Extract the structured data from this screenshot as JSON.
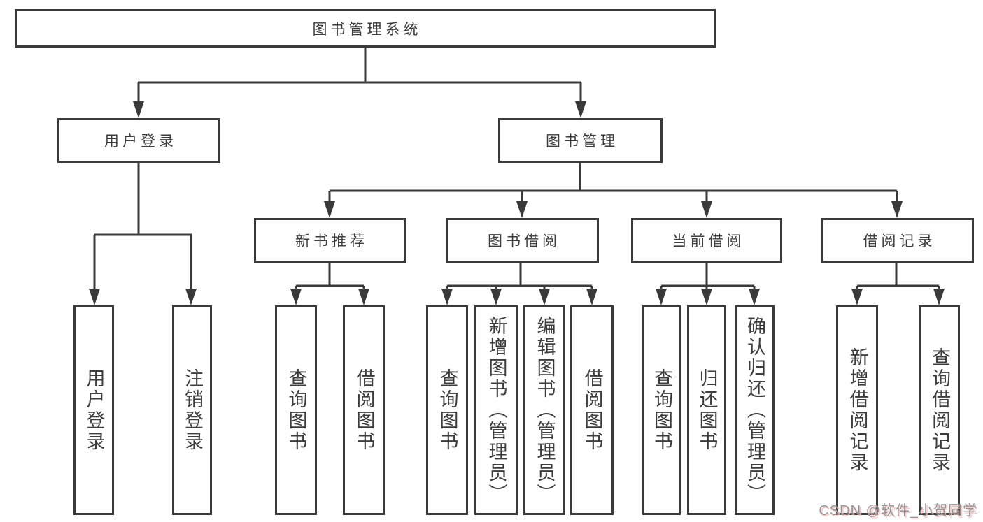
{
  "tree": {
    "root": "图书管理系统",
    "l2": [
      "用户登录",
      "图书管理"
    ],
    "l3": [
      "新书推荐",
      "图书借阅",
      "当前借阅",
      "借阅记录"
    ],
    "leaves_login": [
      "用户登录",
      "注销登录"
    ],
    "leaves_recommend": [
      "查询图书",
      "借阅图书"
    ],
    "leaves_borrow": [
      "查询图书",
      "新增图书（管理员）",
      "编辑图书（管理员）",
      "借阅图书"
    ],
    "leaves_current": [
      "查询图书",
      "归还图书",
      "确认归还（管理员）"
    ],
    "leaves_records": [
      "新增借阅记录",
      "查询借阅记录"
    ]
  },
  "watermark": "CSDN @软件_小贺同学",
  "colors": {
    "line": "#3a3a3a",
    "text": "#3d3d3d",
    "background": "#ffffff",
    "watermark_text": "#939393",
    "watermark_shadow": "#f3c0c0"
  }
}
